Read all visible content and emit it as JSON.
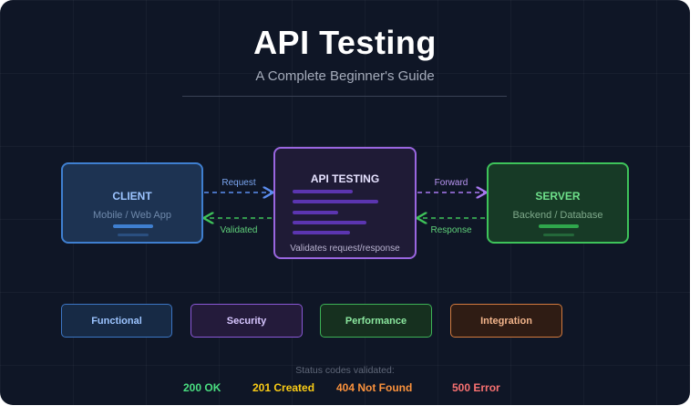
{
  "header": {
    "title": "API Testing",
    "subtitle": "A Complete Beginner's Guide"
  },
  "client": {
    "title": "CLIENT",
    "subtitle": "Mobile / Web App"
  },
  "api": {
    "title": "API TESTING",
    "caption": "Validates request/response"
  },
  "server": {
    "title": "SERVER",
    "subtitle": "Backend / Database"
  },
  "arrows": {
    "request": "Request",
    "validated": "Validated",
    "forward": "Forward",
    "response": "Response"
  },
  "test_types": [
    "Functional",
    "Security",
    "Performance",
    "Integration"
  ],
  "status": {
    "caption": "Status codes validated:",
    "codes": [
      {
        "label": "200 OK",
        "color": "#4ade80"
      },
      {
        "label": "201 Created",
        "color": "#facc15"
      },
      {
        "label": "404 Not Found",
        "color": "#fb923c"
      },
      {
        "label": "500 Error",
        "color": "#f87171"
      }
    ]
  },
  "colors": {
    "background": "#0f1626",
    "client": "#3f7fd0",
    "api": "#9a66e0",
    "server": "#3ec35a",
    "request_arrow": "#5b8def",
    "validated_arrow": "#3ec35a",
    "forward_arrow": "#a878f0",
    "response_arrow": "#3ec35a"
  }
}
